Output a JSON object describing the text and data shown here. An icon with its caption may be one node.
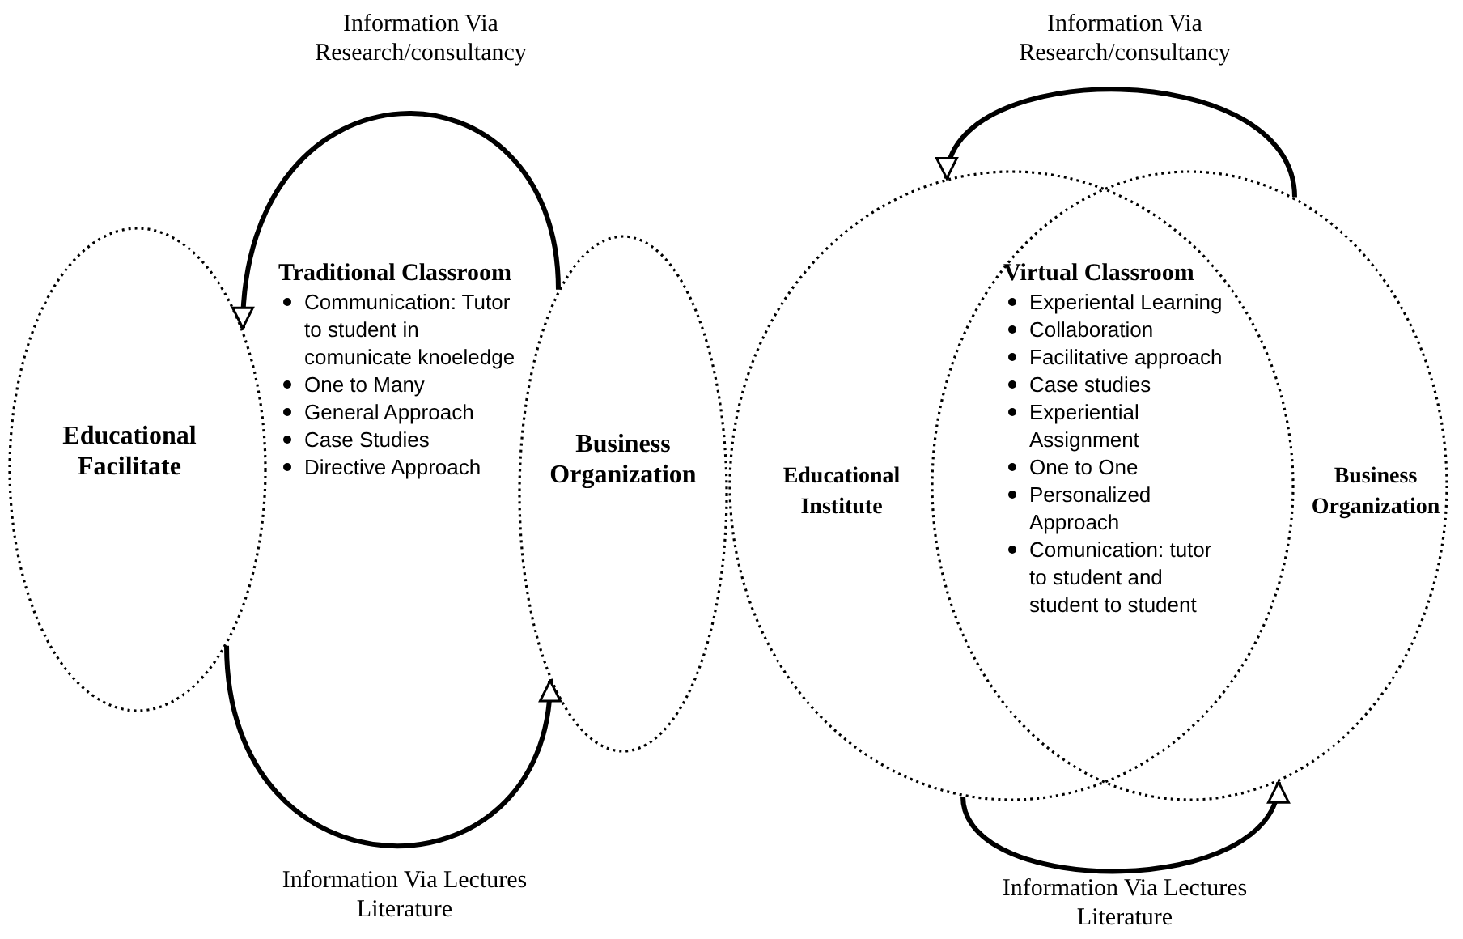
{
  "diagram": {
    "nodes": [
      {
        "text": [
          "Educational Facilitate"
        ]
      },
      {
        "text": [
          "Business Organization"
        ]
      },
      {
        "text": [
          "Educational Institute"
        ]
      },
      {
        "text": [
          "Business Organization"
        ]
      }
    ],
    "edges": [
      {
        "from": 1,
        "to": 0,
        "arrow": "to",
        "label": "Information Via Research/consultancy"
      },
      {
        "from": 0,
        "to": 1,
        "arrow": "to",
        "label": "Information Via Lectures Literature"
      },
      {
        "from": 3,
        "to": 2,
        "arrow": "to",
        "label": "Information Via Research/consultancy"
      },
      {
        "from": 2,
        "to": 3,
        "arrow": "to",
        "label": "Information Via Lectures Literature"
      }
    ],
    "labels": [
      "Traditional Classroom",
      "Communication: Tutor to student in comunicate knoeledge",
      "One to Many",
      "General Approach",
      "Case Studies",
      "Directive Approach",
      "Virtual Classroom",
      "Experiental Learning",
      "Collaboration",
      "Facilitative approach",
      "Case studies",
      "Experiential Assignment",
      "One to One",
      "Personalized Approach",
      "Comunication: tutor to student and student to student"
    ]
  }
}
